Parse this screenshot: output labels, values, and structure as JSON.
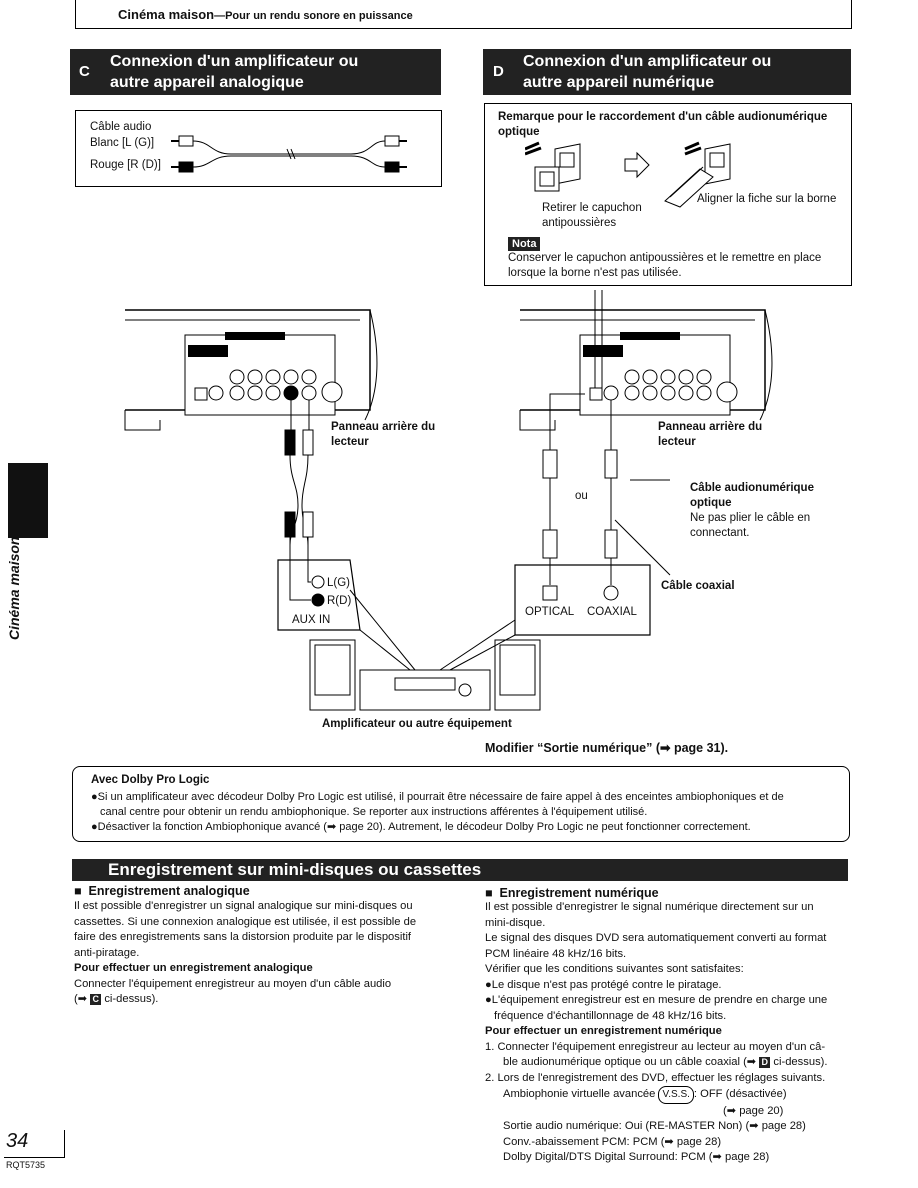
{
  "header": {
    "title": "Cinéma maison",
    "subtitle": "—Pour un rendu sonore en puissance"
  },
  "section_c": {
    "letter": "C",
    "title_line1": "Connexion d'un amplificateur ou",
    "title_line2": "autre appareil analogique",
    "cable_title": "Câble audio",
    "cable_white": "Blanc [L (G)]",
    "cable_red": "Rouge [R (D)]",
    "rear_panel": "Panneau arrière du",
    "rear_panel2": "lecteur",
    "aux_l": "L(G)",
    "aux_r": "R(D)",
    "aux_in": "AUX IN"
  },
  "section_d": {
    "letter": "D",
    "title_line1": "Connexion d'un amplificateur ou",
    "title_line2": "autre appareil numérique",
    "remark_title": "Remarque pour le raccordement d'un câble audionumérique optique",
    "remove_cap": "Retirer le capuchon",
    "remove_cap2": "antipoussières",
    "align": "Aligner la fiche sur la borne",
    "nota": "Nota",
    "nota_text1": "Conserver le capuchon antipoussières et le remettre en place",
    "nota_text2": "lorsque la borne n'est pas utilisée.",
    "rear_panel": "Panneau arrière du",
    "rear_panel2": "lecteur",
    "optical_cable_title": "Câble audionumérique",
    "optical_cable_title2": "optique",
    "optical_cable_note1": "Ne pas plier le câble en",
    "optical_cable_note2": "connectant.",
    "or": "ou",
    "coax_cable": "Câble coaxial",
    "optical": "OPTICAL",
    "coaxial": "COAXIAL",
    "modify": "Modifier “Sortie numérique” (➡ page 31)."
  },
  "amp_label": "Amplificateur ou autre équipement",
  "dolby": {
    "title": "Avec Dolby Pro Logic",
    "line1": "●Si un amplificateur avec décodeur Dolby Pro Logic est utilisé, il pourrait être nécessaire de faire appel à des enceintes ambiophoniques et de",
    "line2": "canal centre pour obtenir un rendu ambiophonique. Se reporter aux instructions afférentes à l'équipement utilisé.",
    "line3": "●Désactiver la fonction Ambiophonique avancé (➡ page 20). Autrement, le décodeur Dolby Pro Logic ne peut fonctionner correctement."
  },
  "recording": {
    "title": "Enregistrement sur mini-disques ou cassettes",
    "analog_title": "Enregistrement analogique",
    "analog_p1": "Il est possible d'enregistrer un signal analogique sur mini-disques ou",
    "analog_p2": "cassettes. Si une connexion analogique est utilisée, il est possible de",
    "analog_p3": "faire des enregistrements sans la distorsion produite par le dispositif",
    "analog_p4": "anti-piratage.",
    "analog_how": "Pour effectuer un enregistrement analogique",
    "analog_h1": "Connecter l'équipement enregistreur au moyen d'un câble audio",
    "analog_h2a": "(➡",
    "analog_h2box": "C",
    "analog_h2b": "ci-dessus).",
    "digital_title": "Enregistrement numérique",
    "digital_p1": "Il est possible d'enregistrer le signal numérique directement sur un",
    "digital_p2": "mini-disque.",
    "digital_p3": "Le signal des disques DVD sera automatiquement converti au format",
    "digital_p4": "PCM linéaire 48 kHz/16 bits.",
    "digital_p5": "Vérifier que les conditions suivantes sont satisfaites:",
    "digital_b1": "●Le disque n'est pas protégé contre le piratage.",
    "digital_b2a": "●L'équipement enregistreur est en mesure de prendre en charge une",
    "digital_b2b": "fréquence d'échantillonnage de 48 kHz/16 bits.",
    "digital_how": "Pour effectuer un enregistrement numérique",
    "step1a": "1.  Connecter l'équipement enregistreur au lecteur au moyen d'un câ-",
    "step1b": "ble audionumérique optique ou un câble coaxial (➡",
    "step1box": "D",
    "step1c": "ci-dessus).",
    "step2": "2.  Lors de l'enregistrement des DVD, effectuer les réglages suivants.",
    "set1a": "Ambiophonie virtuelle avancée",
    "set1vss": "V.S.S.",
    "set1b": ":  OFF (désactivée)",
    "set1c": "(➡ page 20)",
    "set2": "Sortie audio numérique:  Oui (RE-MASTER Non) (➡ page 28)",
    "set3": "Conv.-abaissement PCM:  PCM (➡ page 28)",
    "set4": "Dolby Digital/DTS Digital Surround:  PCM (➡ page 28)"
  },
  "side_tab": "Cinéma maison",
  "page_number": "34",
  "doc_code": "RQT5735"
}
